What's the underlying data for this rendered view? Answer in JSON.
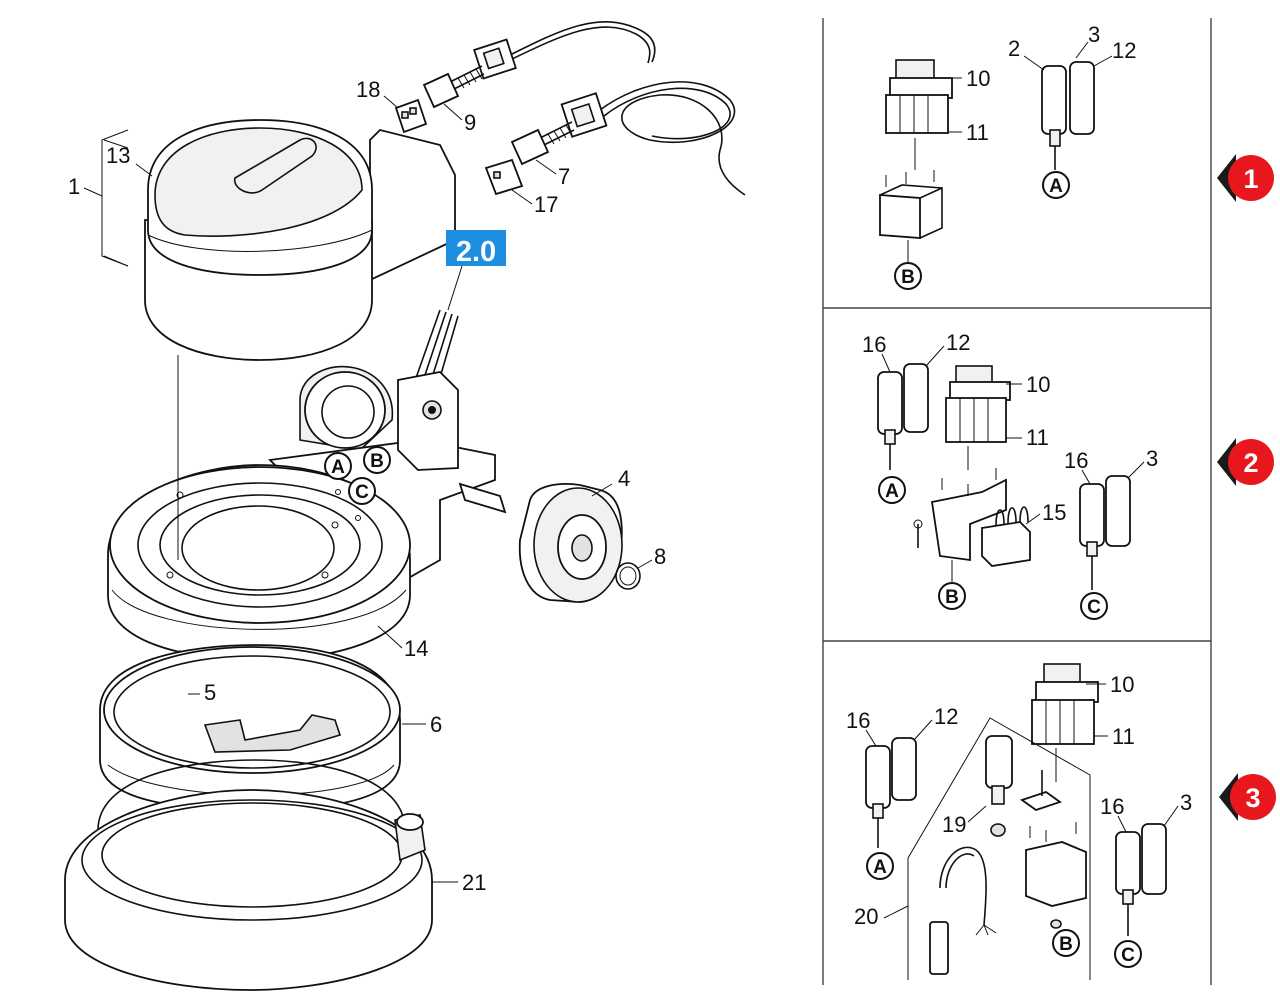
{
  "diagram": {
    "badge": "2.0",
    "main_labels": {
      "p1": "1",
      "p13": "13",
      "p18": "18",
      "p9": "9",
      "p7": "7",
      "p17": "17",
      "p4": "4",
      "p8": "8",
      "p14": "14",
      "p5": "5",
      "p6": "6",
      "p21": "21",
      "lA": "A",
      "lB": "B",
      "lC": "C"
    },
    "variants": [
      {
        "number": "1",
        "labels": {
          "p10": "10",
          "p11": "11",
          "p2": "2",
          "p3": "3",
          "p12": "12",
          "lA": "A",
          "lB": "B"
        }
      },
      {
        "number": "2",
        "labels": {
          "p16a": "16",
          "p12": "12",
          "p10": "10",
          "p11": "11",
          "p16b": "16",
          "p3": "3",
          "p15": "15",
          "lA": "A",
          "lB": "B",
          "lC": "C"
        }
      },
      {
        "number": "3",
        "labels": {
          "p10": "10",
          "p16a": "16",
          "p12": "12",
          "p11": "11",
          "p16b": "16",
          "p3": "3",
          "p19": "19",
          "p20": "20",
          "lA": "A",
          "lB": "B",
          "lC": "C"
        }
      }
    ],
    "colors": {
      "badge": "#1e8fe0",
      "arrow": "#e8161d",
      "arrow_dark": "#1a1a1a"
    }
  }
}
